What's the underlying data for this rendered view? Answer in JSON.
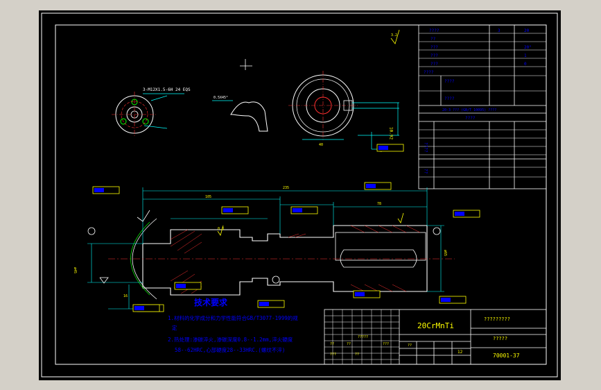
{
  "title_block": {
    "material": "20CrMnTi",
    "company_placeholder": "?????????",
    "name_placeholder": "?????",
    "drawing_number": "70001-37",
    "scale_qmarks": "??",
    "sign_row": [
      "??",
      "??",
      "?????",
      "???"
    ],
    "mark_row": [
      "???",
      "??"
    ],
    "sheet_count": "12"
  },
  "gear_table": {
    "header_mid": "20-3 ??? (GB/T 10095) ????",
    "label_accuracy": "????",
    "rows_qmarks": [
      "????",
      "??",
      "???",
      "???",
      "???",
      "????",
      "????",
      "????"
    ],
    "val_z": "20",
    "val_m": "3",
    "val_alpha": "20°",
    "val_ha": "1",
    "val_x": "0"
  },
  "notes": {
    "heading": "技术要求",
    "line1": "1.材料的化学成分和力学性能符合GB/T3077-1999的规",
    "line1b": "定",
    "line2": "2.热处理:渗碳淬火,渗碳深度0.8--1.2mm,淬火硬度",
    "line3": "58--62HRC,心部硬度28--33HRC.(螺纹不淬)"
  },
  "annotations": {
    "thread_callout": "3-M12X1.5-6H 24  EQS",
    "chamfer": "0.5X45°",
    "roughness_main": "3.2",
    "roughness_small": "0.8",
    "section_a": "A",
    "dia_main": "ø45",
    "dia_right": "ø65",
    "dim_left": "16",
    "dim_overall": "235",
    "dim_mid": "105",
    "dim_spline": "78",
    "dim_inner": "40",
    "dim_keyway": "10.92"
  },
  "colors": {
    "outline": "#ffffff",
    "dim": "#00ffff",
    "center": "#ff3030",
    "hatch": "#ff3030",
    "text": "#ffff00",
    "tag": "#0000ff",
    "green": "#00ff00",
    "note": "#0000ff"
  }
}
